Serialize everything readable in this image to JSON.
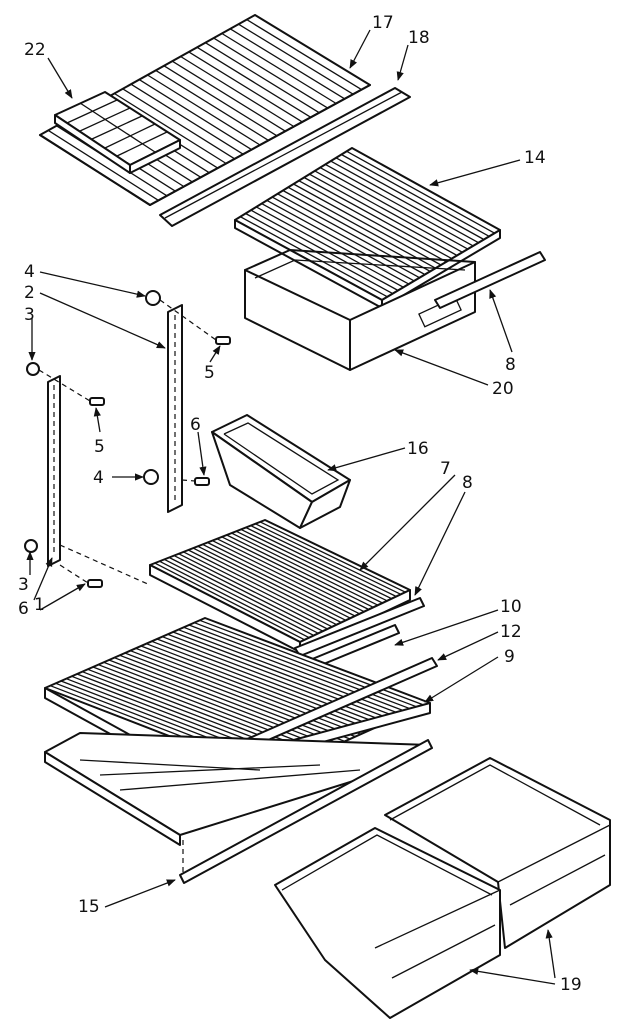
{
  "diagram": {
    "callouts": {
      "c22": "22",
      "c17": "17",
      "c18": "18",
      "c14": "14",
      "c4a": "4",
      "c2": "2",
      "c3a": "3",
      "c5a": "5",
      "c8a": "8",
      "c20": "20",
      "c5b": "5",
      "c6a": "6",
      "c4b": "4",
      "c16": "16",
      "c7": "7",
      "c8b": "8",
      "c3b": "3",
      "c1": "1",
      "c6b": "6",
      "c10": "10",
      "c12": "12",
      "c9": "9",
      "c15": "15",
      "c19": "19"
    }
  }
}
